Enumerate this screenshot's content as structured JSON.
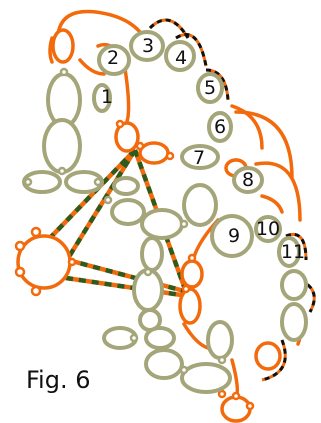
{
  "caption": "Fig. 6",
  "colors": {
    "orange": "#f26a0c",
    "olive": "#a5a57a",
    "dark_green": "#2e5a1c",
    "black": "#111111"
  },
  "numbers": [
    "1",
    "2",
    "3",
    "4",
    "5",
    "6",
    "7",
    "8",
    "9",
    "10",
    "11"
  ]
}
